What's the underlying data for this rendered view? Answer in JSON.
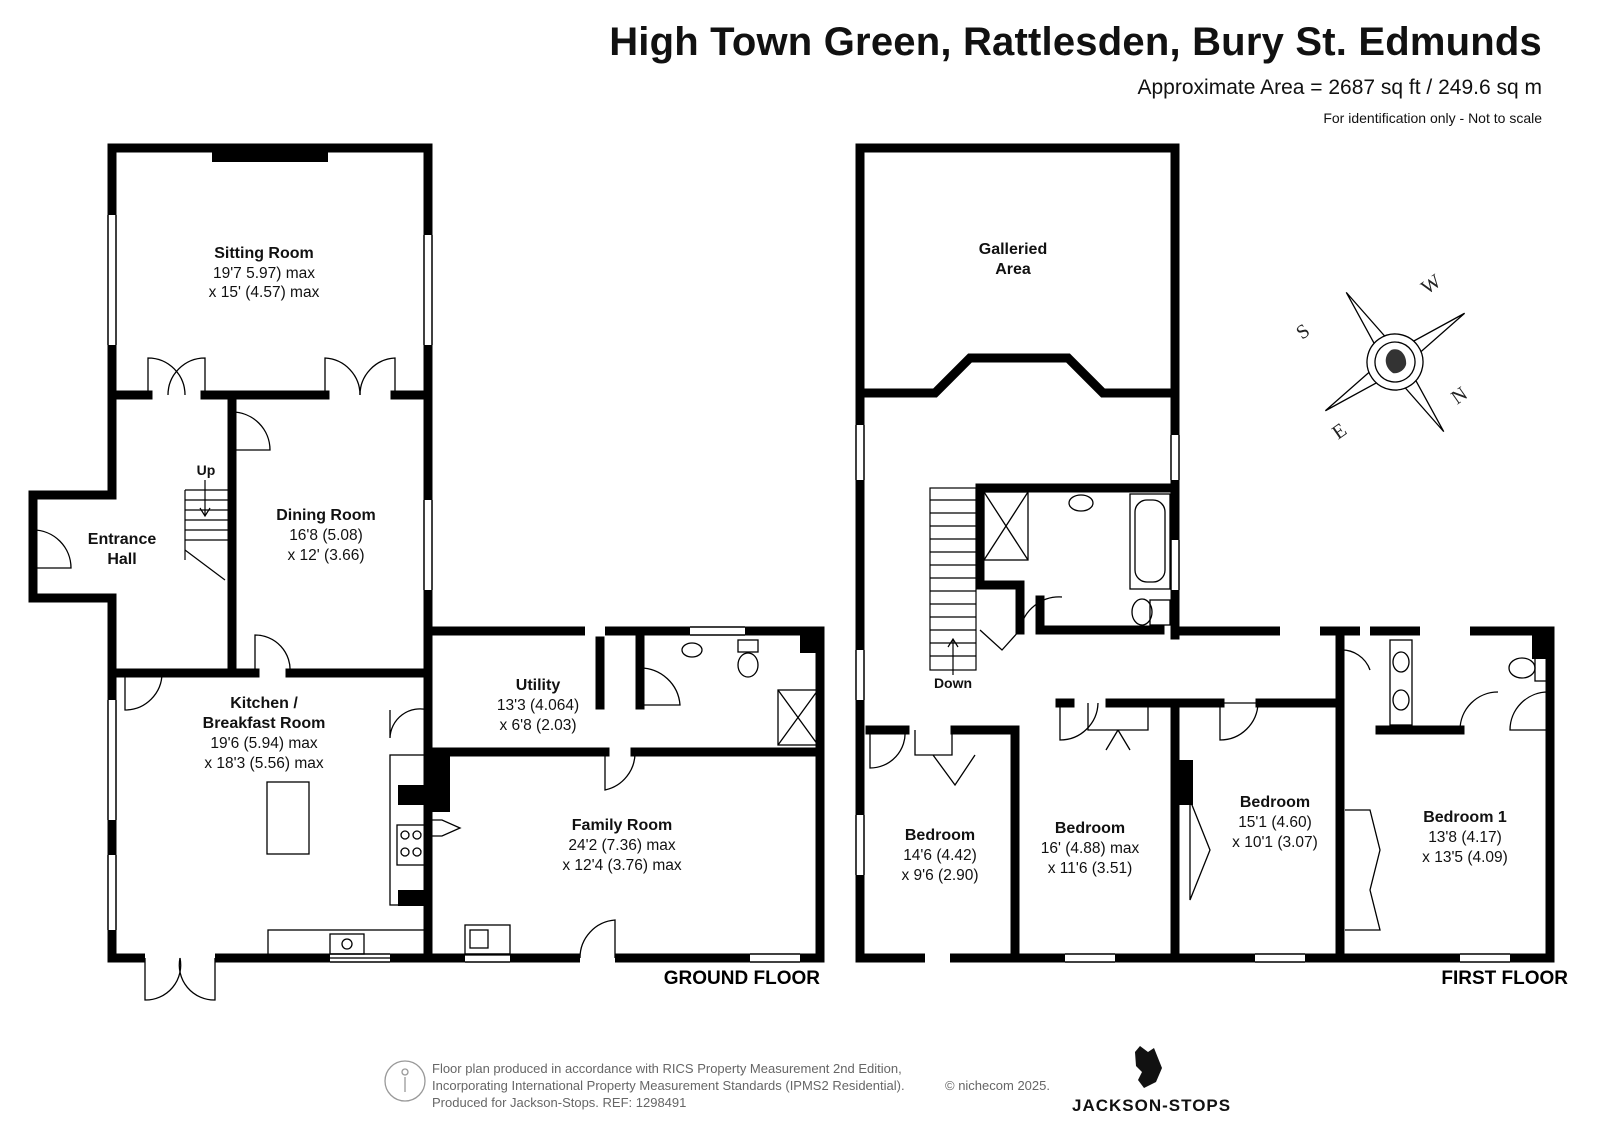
{
  "header": {
    "title": "High Town Green, Rattlesden, Bury St. Edmunds",
    "area": "Approximate Area = 2687 sq ft / 249.6 sq m",
    "note": "For identification only - Not to scale"
  },
  "ground_floor": {
    "label": "GROUND FLOOR",
    "sitting_room": {
      "name": "Sitting Room",
      "dim1": "19'7 5.97) max",
      "dim2": "x 15' (4.57) max"
    },
    "entrance_hall": {
      "name1": "Entrance",
      "name2": "Hall"
    },
    "stairs_up": "Up",
    "dining_room": {
      "name": "Dining Room",
      "dim1": "16'8 (5.08)",
      "dim2": "x 12' (3.66)"
    },
    "kitchen": {
      "name1": "Kitchen /",
      "name2": "Breakfast Room",
      "dim1": "19'6 (5.94) max",
      "dim2": "x 18'3 (5.56) max"
    },
    "utility": {
      "name": "Utility",
      "dim1": "13'3 (4.064)",
      "dim2": "x 6'8 (2.03)"
    },
    "family_room": {
      "name": "Family Room",
      "dim1": "24'2 (7.36) max",
      "dim2": "x 12'4 (3.76) max"
    }
  },
  "first_floor": {
    "label": "FIRST FLOOR",
    "galleried": {
      "name1": "Galleried",
      "name2": "Area"
    },
    "stairs_down": "Down",
    "bedroom_a": {
      "name": "Bedroom",
      "dim1": "14'6 (4.42)",
      "dim2": "x 9'6 (2.90)"
    },
    "bedroom_b": {
      "name": "Bedroom",
      "dim1": "16' (4.88) max",
      "dim2": "x 11'6 (3.51)"
    },
    "bedroom_c": {
      "name": "Bedroom",
      "dim1": "15'1 (4.60)",
      "dim2": "x 10'1 (3.07)"
    },
    "bedroom_1": {
      "name": "Bedroom 1",
      "dim1": "13'8 (4.17)",
      "dim2": "x 13'5 (4.09)"
    }
  },
  "compass": {
    "n": "N",
    "s": "S",
    "e": "E",
    "w": "W"
  },
  "footer": {
    "line1": "Floor plan produced in accordance with RICS Property Measurement 2nd Edition,",
    "line2": "Incorporating International Property Measurement Standards (IPMS2 Residential).",
    "line3": "Produced for Jackson-Stops.   REF:  1298491",
    "copyright": "© nichecom 2025.",
    "brand": "JACKSON-STOPS"
  }
}
